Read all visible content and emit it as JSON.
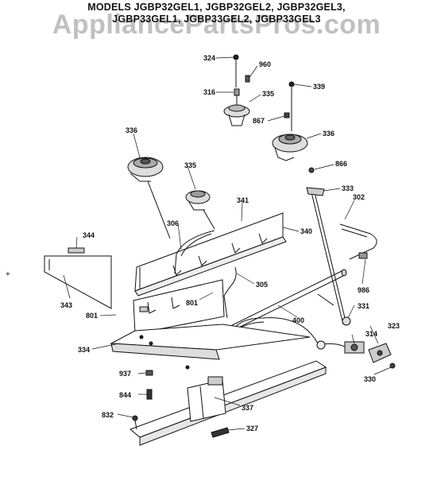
{
  "header": {
    "line1": "MODELS JGBP32GEL1, JGBP32GEL2, JGBP32GEL3,",
    "line2": "JGBP33GEL1, JGBP33GEL2, JGBP33GEL3"
  },
  "watermark": "AppliancePartsPros.com",
  "colors": {
    "ink": "#111111",
    "watermark": "#8c8c8c",
    "paper": "#ffffff"
  },
  "parts": {
    "p324": "324",
    "p960": "960",
    "p316": "316",
    "p335a": "335",
    "p339": "339",
    "p867": "867",
    "p336a": "336",
    "p336b": "336",
    "p335b": "335",
    "p866": "866",
    "p333": "333",
    "p302": "302",
    "p341": "341",
    "p306": "306",
    "p340": "340",
    "p344": "344",
    "p986": "986",
    "p305": "305",
    "p343": "343",
    "p801a": "801",
    "p801b": "801",
    "p400": "400",
    "p331": "331",
    "p314": "314",
    "p323": "323",
    "p334": "334",
    "p330": "330",
    "p937": "937",
    "p844": "844",
    "p337": "337",
    "p832": "832",
    "p327": "327"
  }
}
